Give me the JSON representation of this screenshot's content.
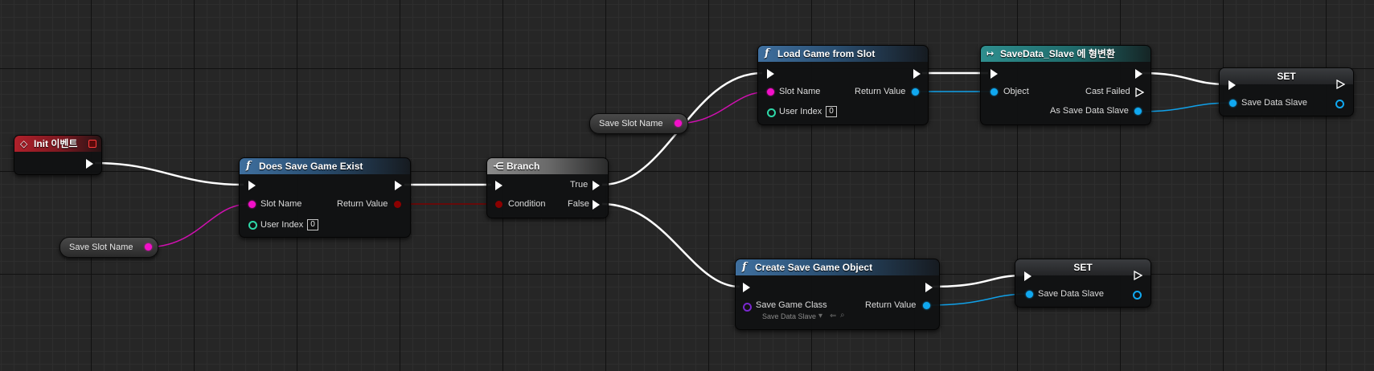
{
  "nodes": {
    "init_event": {
      "title": "Init 이벤트"
    },
    "does_save_game_exist": {
      "title": "Does Save Game Exist",
      "slot_name": "Slot Name",
      "user_index": "User Index",
      "user_index_value": "0",
      "return_value": "Return Value"
    },
    "branch": {
      "title": "Branch",
      "condition": "Condition",
      "true_label": "True",
      "false_label": "False"
    },
    "load_game_from_slot": {
      "title": "Load Game from Slot",
      "slot_name": "Slot Name",
      "user_index": "User Index",
      "user_index_value": "0",
      "return_value": "Return Value"
    },
    "cast_node": {
      "title": "SaveData_Slave 에 형변환",
      "object": "Object",
      "cast_failed": "Cast Failed",
      "as_save_data_slave": "As Save Data Slave"
    },
    "set_top": {
      "title": "SET",
      "save_data_slave": "Save Data Slave"
    },
    "create_save_game_object": {
      "title": "Create Save Game Object",
      "save_game_class": "Save Game Class",
      "save_game_class_value": "Save Data Slave",
      "return_value": "Return Value"
    },
    "set_bottom": {
      "title": "SET",
      "save_data_slave": "Save Data Slave"
    }
  },
  "variables": {
    "save_slot_name_left": "Save Slot Name",
    "save_slot_name_top": "Save Slot Name"
  },
  "colors": {
    "exec_wire": "#ffffff",
    "string_pin": "#f210c8",
    "object_pin": "#10a8f0",
    "bool_pin": "#8c0000",
    "int_pin": "#2ed8a8",
    "class_pin": "#7a28d0"
  },
  "icons": {
    "function": "function-f-icon",
    "event": "event-diamond-icon",
    "branch": "branch-icon",
    "cast": "cast-arrow-icon"
  }
}
